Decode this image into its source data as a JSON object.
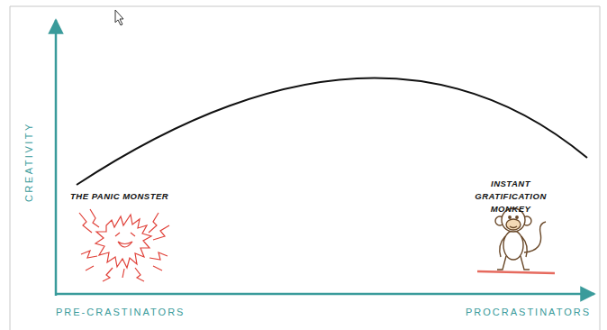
{
  "diagram": {
    "labels": [
      "CREATIVITY",
      "PRE-CRASTINATORS",
      "PROCRASTINATORS",
      "THE PANIC MONSTER",
      "INSTANT GRATIFICATION MONKEY"
    ]
  }
}
